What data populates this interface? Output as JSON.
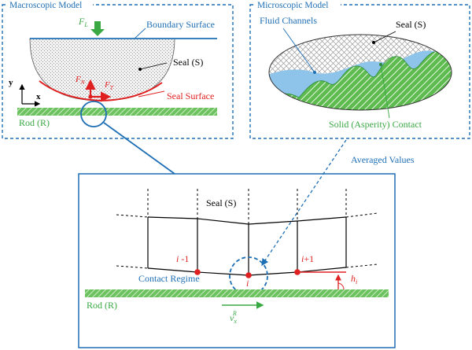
{
  "macro": {
    "title": "Macroscopic Model",
    "load_label": "F",
    "load_sub": "L",
    "boundary_surface": "Boundary Surface",
    "seal_label": "Seal (S)",
    "seal_surface": "Seal Surface",
    "normal_force": "F",
    "normal_sub": "N",
    "tangential_force": "F",
    "tangential_sub": "T",
    "axis_y": "y",
    "axis_x": "x",
    "rod_label": "Rod (R)"
  },
  "micro": {
    "title": "Microscopic Model",
    "seal_label": "Seal (S)",
    "fluid_channels": "Fluid Channels",
    "solid_contact": "Solid (Asperity) Contact"
  },
  "averaged_values": "Averaged Values",
  "detail": {
    "seal_label": "Seal (S)",
    "node_prev_i": "i",
    "node_prev_suffix": " -1",
    "node_next_i": "i",
    "node_next_suffix": "+1",
    "node_i": "i",
    "contact_regime": "Contact Regime",
    "gap_h": "h",
    "gap_sub": "i",
    "rod_label": "Rod (R)",
    "velocity_v": "v",
    "velocity_sub": "x",
    "velocity_sup": "R"
  },
  "colors": {
    "frame_blue": "#1f6fb5",
    "red": "#e02020",
    "green": "#3aa843",
    "fluid": "#8ec3ea"
  }
}
